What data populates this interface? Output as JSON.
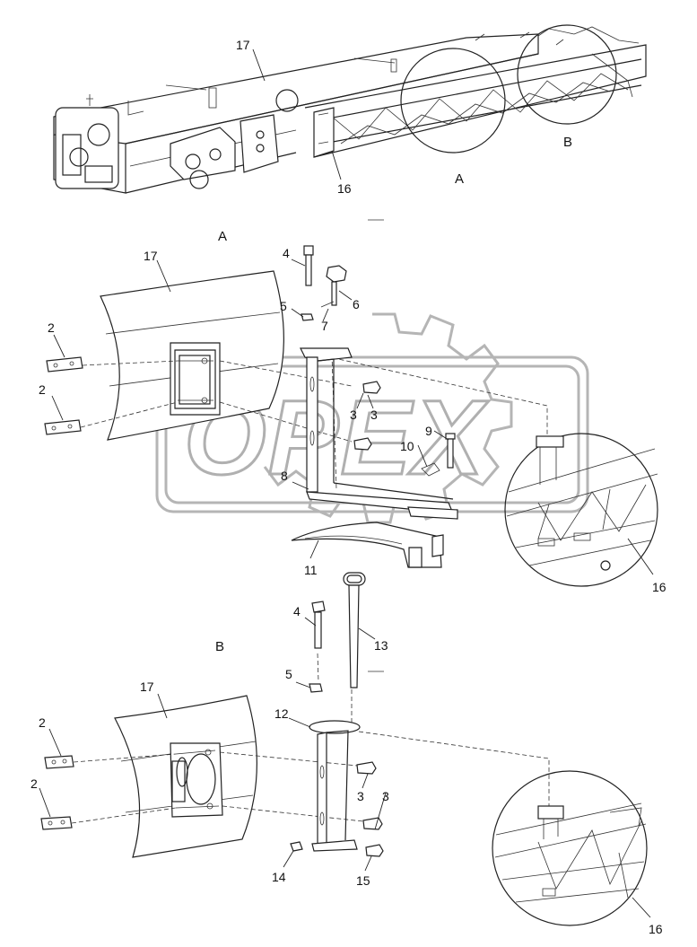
{
  "watermark": {
    "text": "OPEX"
  },
  "views": {
    "a": "A",
    "b": "B"
  },
  "overview": {
    "label_17": "17",
    "label_16": "16",
    "label_a": "A",
    "label_b": "B"
  },
  "detail_a": {
    "title": "A",
    "labels": {
      "n17": "17",
      "n4": "4",
      "n6": "6",
      "n5": "5",
      "n7": "7",
      "n2a": "2",
      "n2b": "2",
      "n3a": "3",
      "n3b": "3",
      "n9": "9",
      "n10": "10",
      "n8": "8",
      "n11": "11",
      "n16": "16"
    }
  },
  "detail_b": {
    "title": "B",
    "labels": {
      "n4": "4",
      "n13": "13",
      "n17": "17",
      "n5": "5",
      "n12": "12",
      "n2a": "2",
      "n2b": "2",
      "n3a": "3",
      "n3b": "3",
      "n14": "14",
      "n15": "15",
      "n16": "16"
    }
  }
}
